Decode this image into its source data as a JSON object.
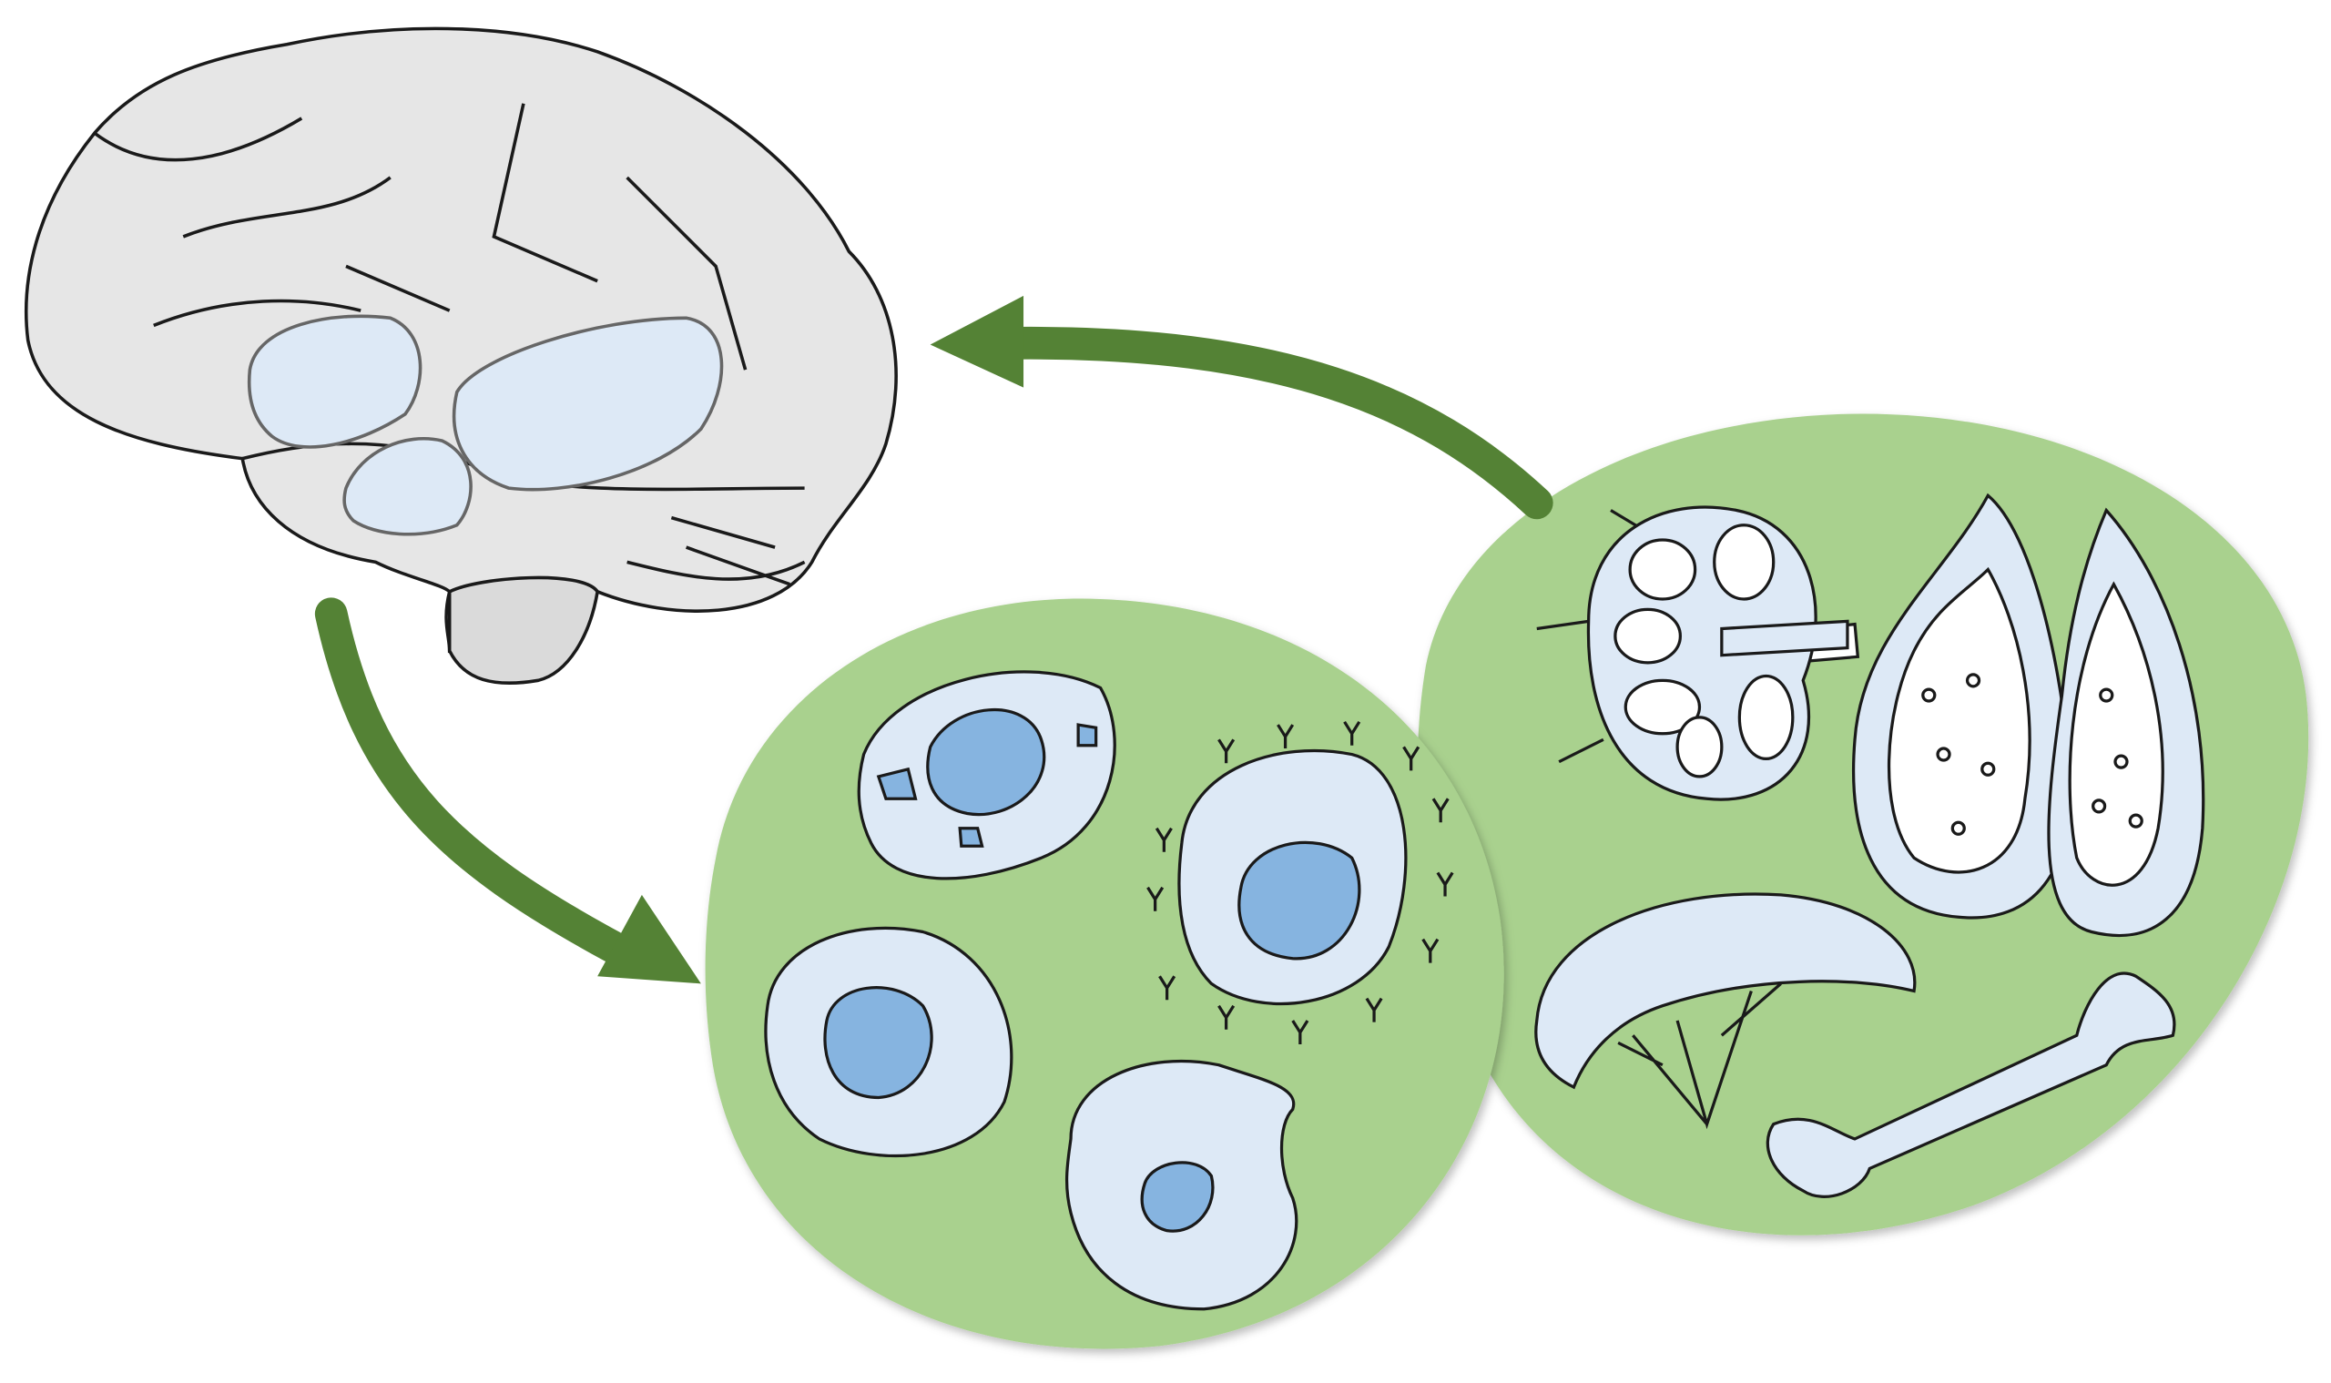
{
  "colors": {
    "background": "#ffffff",
    "brain_fill": "#e6e6e6",
    "outline": "#1a1a1a",
    "region_fill": "#dde9f6",
    "nucleus_fill": "#86b4e0",
    "arrow": "#548235",
    "circle_fill": "#a9d18e"
  },
  "figure": {
    "parts": [
      "brain",
      "arrow-brain-to-cells",
      "cells-circle",
      "organs-circle",
      "arrow-organs-to-brain"
    ]
  }
}
